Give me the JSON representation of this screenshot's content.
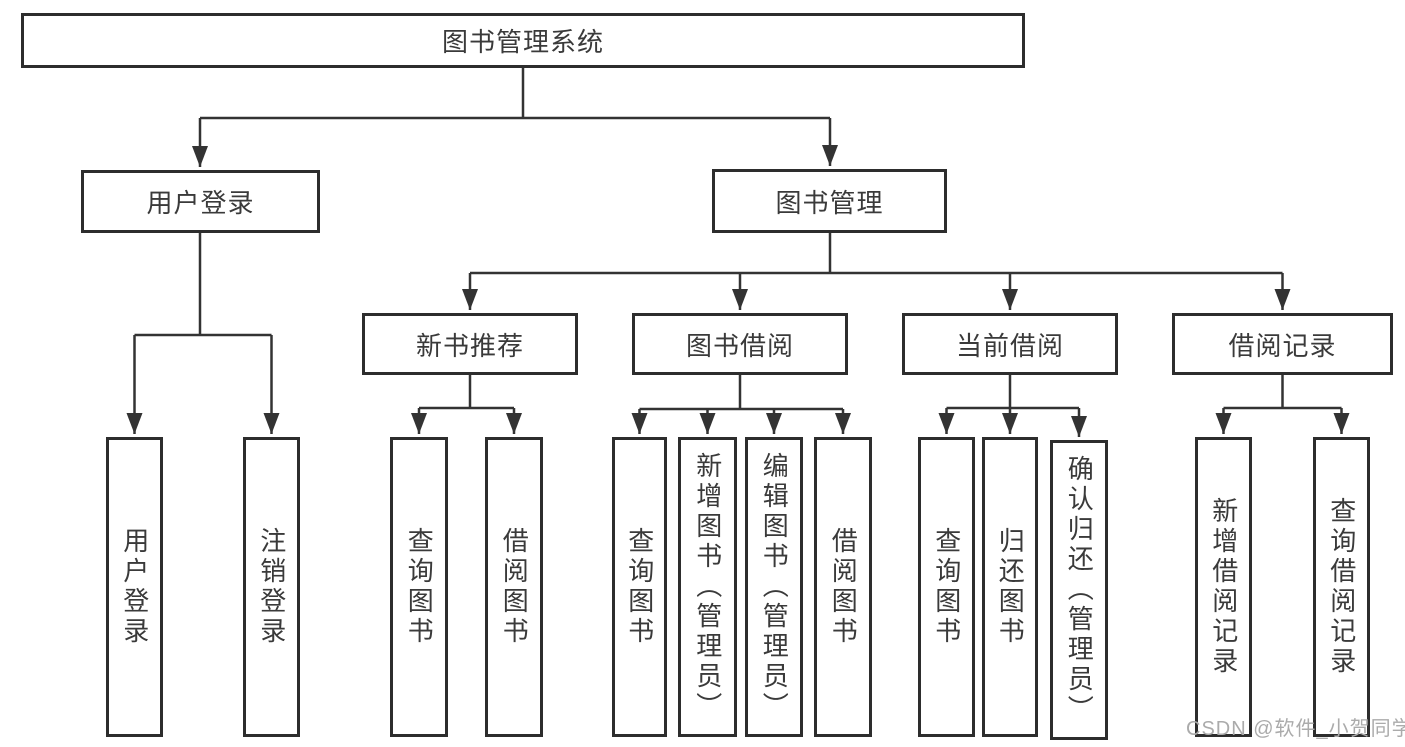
{
  "root": {
    "label": "图书管理系统"
  },
  "branches": {
    "user_login": {
      "label": "用户登录",
      "children": [
        {
          "label": "用户登录"
        },
        {
          "label": "注销登录"
        }
      ]
    },
    "book_management": {
      "label": "图书管理",
      "sections": [
        {
          "label": "新书推荐",
          "children": [
            {
              "label": "查询图书"
            },
            {
              "label": "借阅图书"
            }
          ]
        },
        {
          "label": "图书借阅",
          "children": [
            {
              "label": "查询图书"
            },
            {
              "label": "新增图书（管理员）"
            },
            {
              "label": "编辑图书（管理员）"
            },
            {
              "label": "借阅图书"
            }
          ]
        },
        {
          "label": "当前借阅",
          "children": [
            {
              "label": "查询图书"
            },
            {
              "label": "归还图书"
            },
            {
              "label": "确认归还（管理员）"
            }
          ]
        },
        {
          "label": "借阅记录",
          "children": [
            {
              "label": "新增借阅记录"
            },
            {
              "label": "查询借阅记录"
            }
          ]
        }
      ]
    }
  },
  "watermark": {
    "text": "CSDN @软件_小贺同学"
  },
  "colors": {
    "box_border": "#2d2d2d",
    "line": "#333333",
    "text": "#3a3a3a",
    "watermark": "#ababab",
    "background": "#ffffff"
  }
}
